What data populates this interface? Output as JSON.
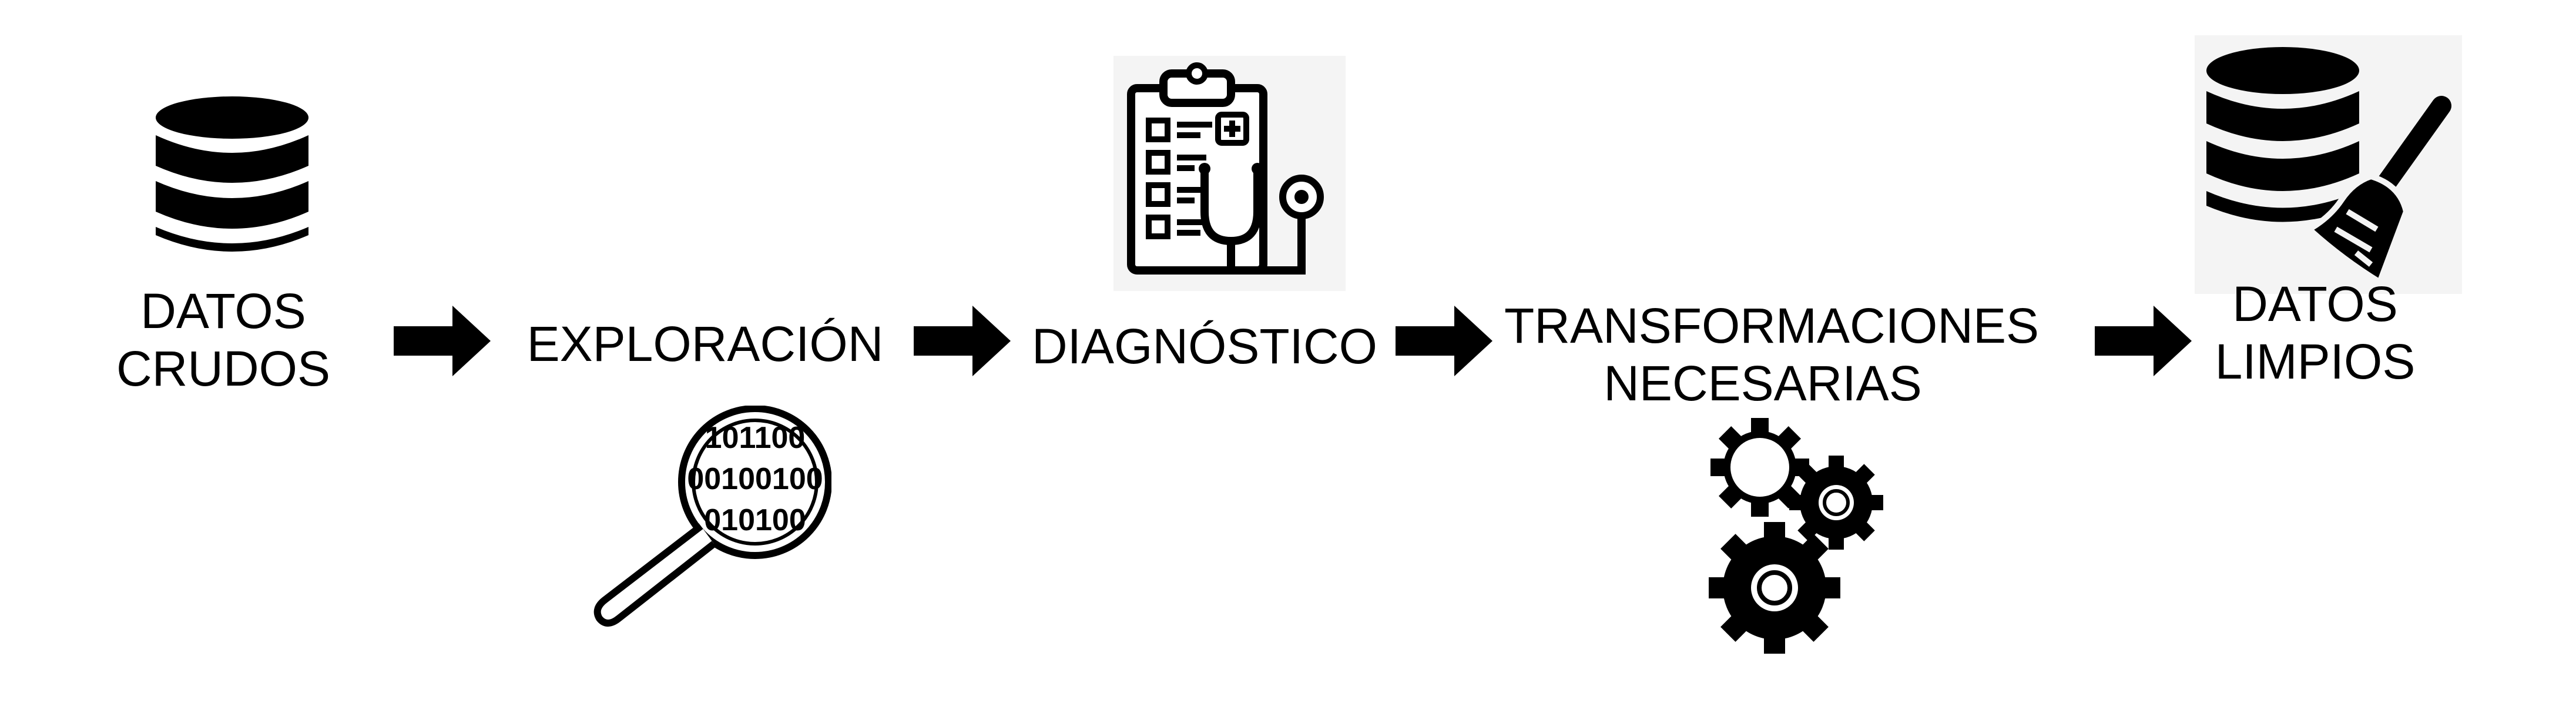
{
  "steps": [
    {
      "id": "raw",
      "lines": [
        "DATOS",
        "CRUDOS"
      ],
      "icon": "database-icon"
    },
    {
      "id": "exploration",
      "lines": [
        "EXPLORACIÓN"
      ],
      "icon": "magnifier-binary-icon"
    },
    {
      "id": "diagnosis",
      "lines": [
        "DIAGNÓSTICO"
      ],
      "icon": "clipboard-stethoscope-icon"
    },
    {
      "id": "transform",
      "lines": [
        "TRANSFORMACIONES",
        "NECESARIAS"
      ],
      "icon": "gears-icon"
    },
    {
      "id": "clean",
      "lines": [
        "DATOS",
        "LIMPIOS"
      ],
      "icon": "database-broom-icon"
    }
  ],
  "binary_rows": [
    "101100",
    "00100100",
    "010100"
  ],
  "colors": {
    "ink": "#000000",
    "background": "#ffffff",
    "icon_panel": "#f4f4f4"
  }
}
